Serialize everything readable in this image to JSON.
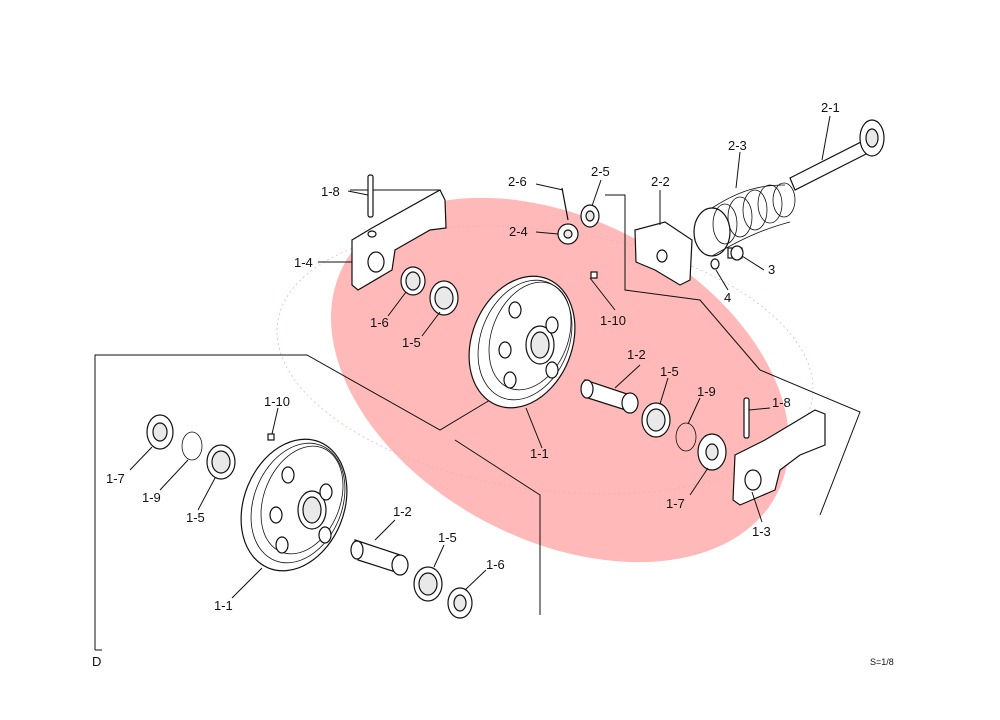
{
  "diagram": {
    "corner_label": "D",
    "scale_note": "S=1/8",
    "highlight_color": "#ff8080",
    "line_color": "#111111",
    "callouts": {
      "c_1_8_top": "1-8",
      "c_1_4": "1-4",
      "c_1_6_top": "1-6",
      "c_1_5_top": "1-5",
      "c_1_10_top": "1-10",
      "c_1_2_top": "1-2",
      "c_1_5_mid": "1-5",
      "c_1_9_mid": "1-9",
      "c_1_8_right": "1-8",
      "c_1_7_mid": "1-7",
      "c_1_3": "1-3",
      "c_1_1_top": "1-1",
      "c_2_6": "2-6",
      "c_2_5": "2-5",
      "c_2_4": "2-4",
      "c_2_2": "2-2",
      "c_2_3": "2-3",
      "c_2_1": "2-1",
      "c_3": "3",
      "c_4": "4",
      "c_1_10_bot": "1-10",
      "c_1_7_bot": "1-7",
      "c_1_9_bot": "1-9",
      "c_1_5_bot": "1-5",
      "c_1_2_bot": "1-2",
      "c_1_5_bot2": "1-5",
      "c_1_6_bot": "1-6",
      "c_1_1_bot": "1-1"
    }
  }
}
